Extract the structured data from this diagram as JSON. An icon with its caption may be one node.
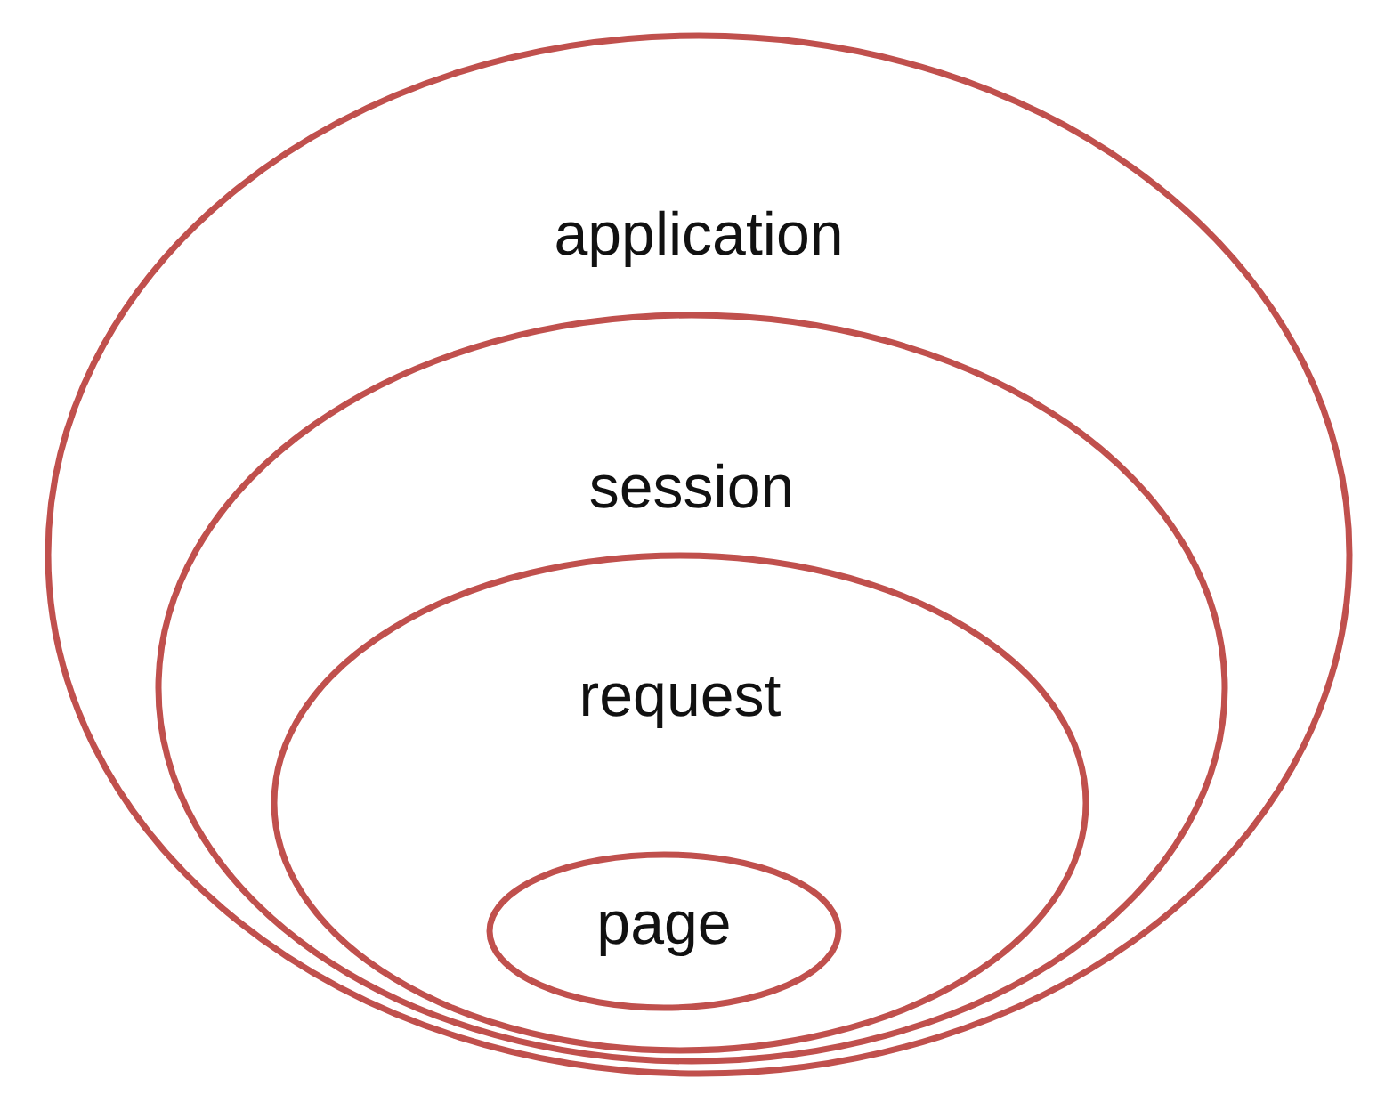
{
  "diagram": {
    "nodes": [
      {
        "text": [
          "application"
        ]
      },
      {
        "text": [
          "session"
        ],
        "in": 0
      },
      {
        "text": [
          "request"
        ],
        "in": 1
      },
      {
        "text": [
          "page"
        ],
        "in": 2
      }
    ]
  }
}
